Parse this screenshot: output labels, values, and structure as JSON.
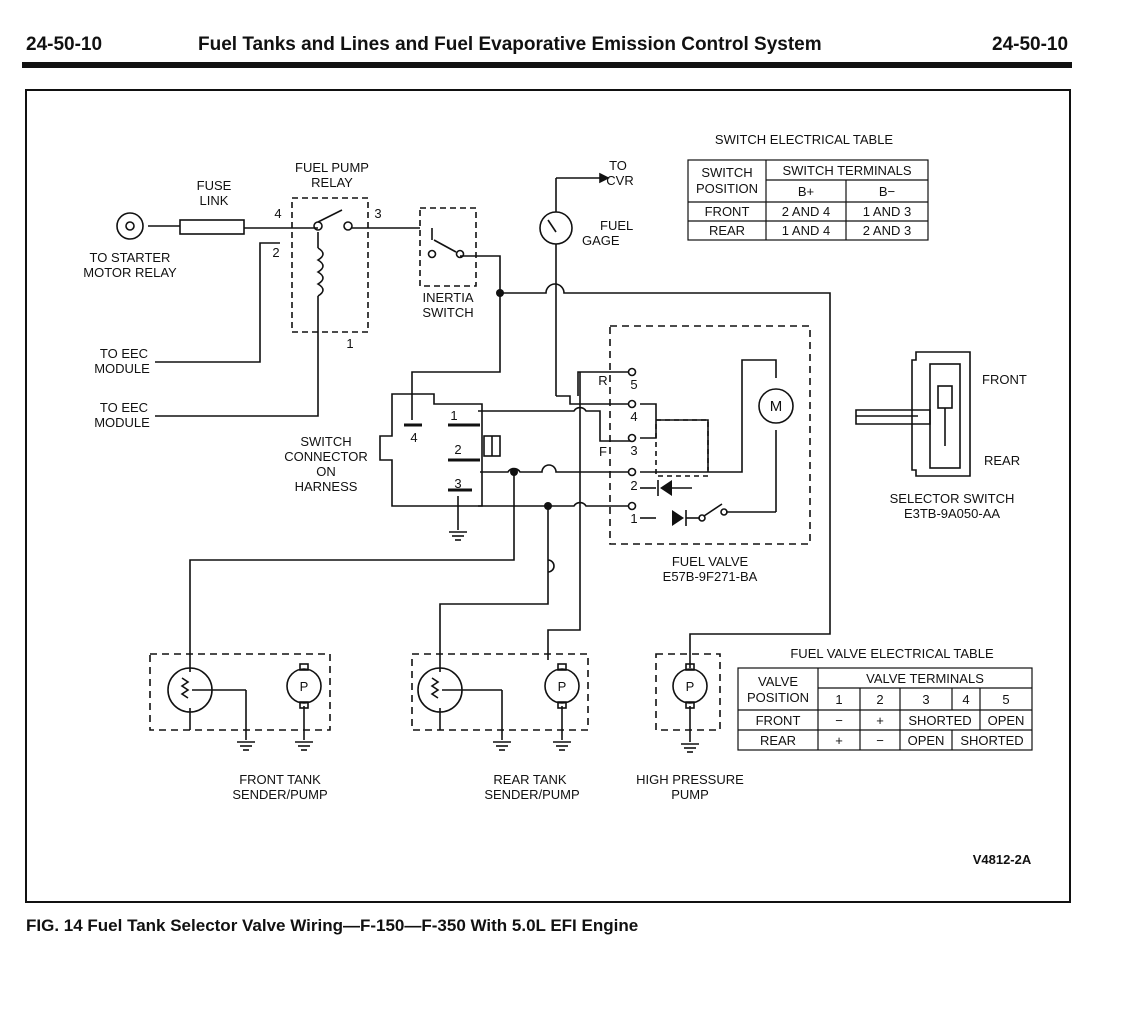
{
  "header": {
    "page_left": "24-50-10",
    "title": "Fuel Tanks and Lines and Fuel Evaporative Emission Control System",
    "page_right": "24-50-10"
  },
  "caption": "FIG. 14 Fuel Tank Selector Valve Wiring—F-150—F-350 With 5.0L EFI Engine",
  "diagram": {
    "labels": {
      "fuse_link": [
        "FUSE",
        "LINK"
      ],
      "starter": [
        "TO STARTER",
        "MOTOR RELAY"
      ],
      "relay": [
        "FUEL PUMP",
        "RELAY"
      ],
      "inertia": [
        "INERTIA",
        "SWITCH"
      ],
      "to_cvr": [
        "TO",
        "CVR"
      ],
      "fuel_gage": [
        "FUEL",
        "GAGE"
      ],
      "eec1": [
        "TO EEC",
        "MODULE"
      ],
      "eec2": [
        "TO EEC",
        "MODULE"
      ],
      "switch_connector": [
        "SWITCH",
        "CONNECTOR",
        "ON",
        "HARNESS"
      ],
      "fuel_valve": [
        "FUEL VALVE",
        "E57B-9F271-BA"
      ],
      "selector": [
        "SELECTOR SWITCH",
        "E3TB-9A050-AA"
      ],
      "front": "FRONT",
      "rear": "REAR",
      "front_tank": [
        "FRONT TANK",
        "SENDER/PUMP"
      ],
      "rear_tank": [
        "REAR TANK",
        "SENDER/PUMP"
      ],
      "hp_pump": [
        "HIGH PRESSURE",
        "PUMP"
      ],
      "ref_code": "V4812-2A",
      "motor": "M",
      "pump": "P"
    },
    "pins": {
      "relay": [
        "4",
        "3",
        "2",
        "1"
      ],
      "connector": [
        "1",
        "2",
        "3",
        "4"
      ],
      "valve": [
        "5",
        "4",
        "3",
        "2",
        "1"
      ],
      "valve_rf": [
        "R",
        "F"
      ]
    }
  },
  "switch_table": {
    "title": "SWITCH ELECTRICAL TABLE",
    "col0": [
      "SWITCH",
      "POSITION"
    ],
    "group": "SWITCH TERMINALS",
    "cols": [
      "B+",
      "B−"
    ],
    "rows": [
      [
        "FRONT",
        "2 AND 4",
        "1 AND 3"
      ],
      [
        "REAR",
        "1 AND 4",
        "2 AND 3"
      ]
    ]
  },
  "valve_table": {
    "title": "FUEL VALVE ELECTRICAL TABLE",
    "col0": [
      "VALVE",
      "POSITION"
    ],
    "group": "VALVE TERMINALS",
    "cols": [
      "1",
      "2",
      "3",
      "4",
      "5"
    ],
    "rows": [
      [
        "FRONT",
        "−",
        "+",
        "SHORTED",
        "OPEN"
      ],
      [
        "REAR",
        "+",
        "−",
        "OPEN",
        "SHORTED"
      ]
    ]
  }
}
